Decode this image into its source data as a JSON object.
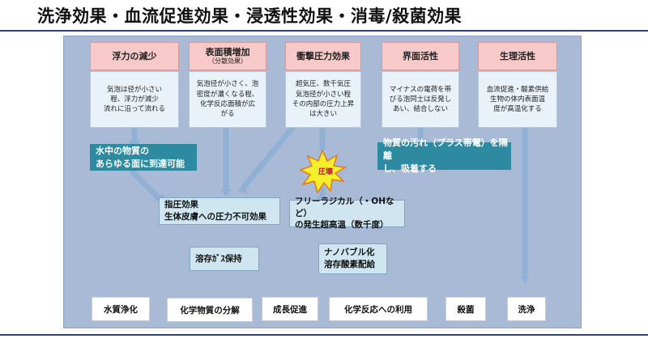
{
  "title": "洗浄効果・血流促進効果・浸透性効果・消毒/殺菌効果",
  "headers": [
    {
      "label": "浮力の減少",
      "sub": ""
    },
    {
      "label": "表面積増加",
      "sub": "（分散効果）"
    },
    {
      "label": "衝撃圧力効果",
      "sub": ""
    },
    {
      "label": "界面活性",
      "sub": ""
    },
    {
      "label": "生理活性",
      "sub": ""
    }
  ],
  "descriptions": [
    "気泡は径が小さい\n程、浮力が減少\n流れに沿って流れる",
    "気泡径が小さく、泡\n密度が濃くなる程、\n化学反応面積が広\nがる",
    "超気圧、数千気圧\n気泡径が小さい程\nその内部の圧力上昇\nは大きい",
    "マイナスの電荷を帯\nびる泡同士は反発し\nあい、結合しない",
    "血流促進・酸素供給\n生物の体内表面温\n度が高温化する"
  ],
  "teal_boxes": [
    "水中の物質の\nあらゆる面に到達可能",
    "物質の汚れ（プラス帯電）を隔離\nし、吸着する"
  ],
  "mid_boxes": [
    "指圧効果\n生体皮膚への圧力不可効果",
    "フリーラジカル（・OHなど）\nの発生超高温（数千度）",
    "溶存ｶﾞｽ保持",
    "ナノバブル化\n溶存酸素配給"
  ],
  "burst": "圧壊",
  "outputs": [
    "水質浄化",
    "化学物質の分解",
    "成長促進",
    "化学反応への利用",
    "殺菌",
    "洗浄"
  ],
  "colors": {
    "header": "#f7c9c9",
    "desc": "#eaf2f9",
    "teal": "#2e8aa1",
    "panel": "#a9bad6",
    "rule": "#2a3f8f"
  }
}
